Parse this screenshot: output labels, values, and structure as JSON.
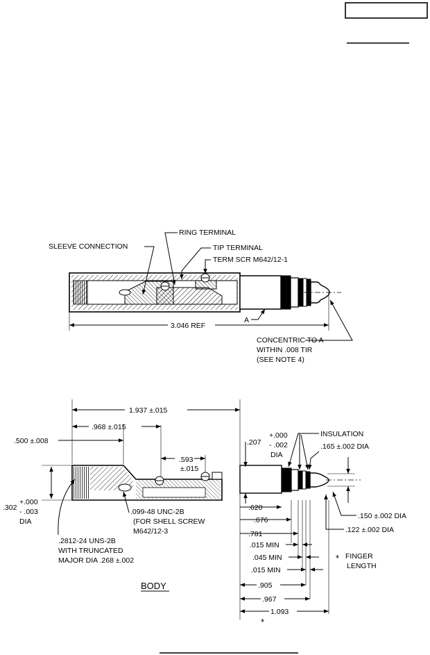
{
  "top_view": {
    "labels": {
      "sleeve_connection": "SLEEVE CONNECTION",
      "ring_terminal": "RING TERMINAL",
      "tip_terminal": "TIP TERMINAL",
      "term_screw": "TERM SCR M642/12-1",
      "datum_a": "A",
      "overall_length": "3.046 REF",
      "concentric_1": "CONCENTRIC TO A",
      "concentric_2": "WITHIN .008 TIR",
      "concentric_3": "(SEE NOTE 4)"
    }
  },
  "body_view": {
    "title": "BODY",
    "dims": {
      "d1937": "1.937 ±.015",
      "d968": ".968 ±.015",
      "d500": ".500 ±.008",
      "d593": ".593",
      "d593_tol": "±.015",
      "d302": ".302",
      "d302_plus": "+.000",
      "d302_minus": "- .003",
      "d302_dia": "DIA",
      "d207": ".207",
      "d207_plus": "+.000",
      "d207_minus": "- .002",
      "d207_dia": "DIA",
      "insulation": "INSULATION",
      "d165": ".165 ±.002 DIA",
      "d150": ".150 ±.002 DIA",
      "d122": ".122 ±.002 DIA",
      "d620": ".620",
      "d676": ".676",
      "d781": ".781",
      "d015a": ".015 MIN",
      "d045": ".045 MIN",
      "d015b": ".015 MIN",
      "d905": ".905",
      "d967": ".967",
      "d1093": "1.093",
      "star": "*",
      "finger_1": "FINGER",
      "finger_2": "LENGTH"
    },
    "notes": {
      "unc_1": ".099-48 UNC-2B",
      "unc_2": "(FOR SHELL SCREW",
      "unc_3": "M642/12-3",
      "uns_1": ".2812-24 UNS-2B",
      "uns_2": "WITH TRUNCATED",
      "uns_3": "MAJOR DIA .268 ±.002"
    }
  }
}
